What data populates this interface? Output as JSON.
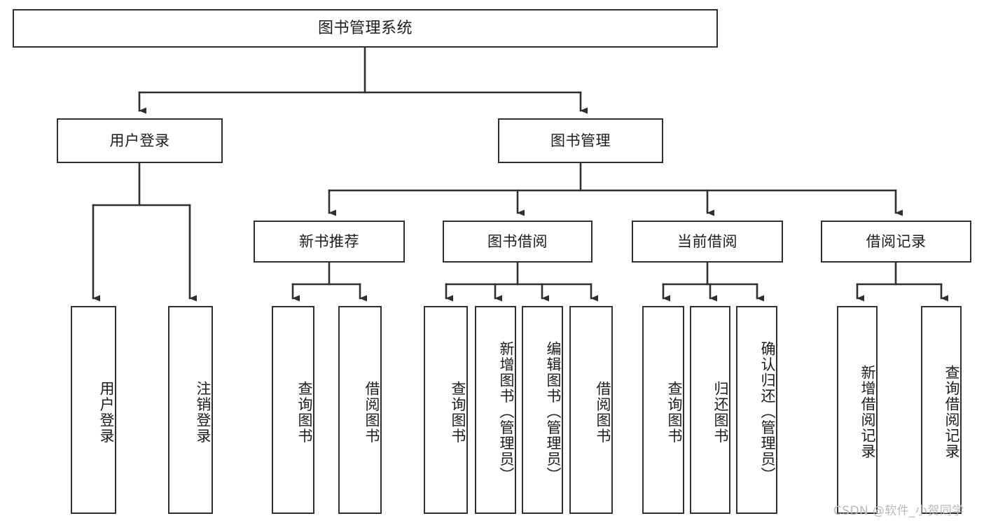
{
  "diagram": {
    "type": "tree-hierarchy",
    "title": "图书管理系统",
    "watermark": "CSDN @软件_小贺同学",
    "colors": {
      "box_border": "#2f2f2f",
      "box_fill": "#ffffff",
      "connector": "#2f2f2f",
      "text": "#1c1c1c",
      "watermark": "#b9b9b9",
      "background": "#ffffff"
    },
    "levels": {
      "root": {
        "label": "图书管理系统"
      },
      "level2": [
        {
          "id": "user-login",
          "label": "用户登录"
        },
        {
          "id": "book-management",
          "label": "图书管理"
        }
      ],
      "level3": [
        {
          "id": "new-book-recommend",
          "label": "新书推荐",
          "parent": "book-management"
        },
        {
          "id": "book-borrow",
          "label": "图书借阅",
          "parent": "book-management"
        },
        {
          "id": "current-borrow",
          "label": "当前借阅",
          "parent": "book-management"
        },
        {
          "id": "borrow-record",
          "label": "借阅记录",
          "parent": "book-management"
        }
      ],
      "leaves": [
        {
          "id": "leaf-user-login",
          "label": "用户登录",
          "parent": "user-login"
        },
        {
          "id": "leaf-logout",
          "label": "注销登录",
          "parent": "user-login"
        },
        {
          "id": "leaf-query-book-1",
          "label": "查询图书",
          "parent": "new-book-recommend"
        },
        {
          "id": "leaf-borrow-book-1",
          "label": "借阅图书",
          "parent": "new-book-recommend"
        },
        {
          "id": "leaf-query-book-2",
          "label": "查询图书",
          "parent": "book-borrow"
        },
        {
          "id": "leaf-add-book",
          "label": "新增图书（管理员）",
          "parent": "book-borrow"
        },
        {
          "id": "leaf-edit-book",
          "label": "编辑图书（管理员）",
          "parent": "book-borrow"
        },
        {
          "id": "leaf-borrow-book-2",
          "label": "借阅图书",
          "parent": "book-borrow"
        },
        {
          "id": "leaf-query-book-3",
          "label": "查询图书",
          "parent": "current-borrow"
        },
        {
          "id": "leaf-return-book",
          "label": "归还图书",
          "parent": "current-borrow"
        },
        {
          "id": "leaf-confirm-return",
          "label": "确认归还（管理员）",
          "parent": "current-borrow"
        },
        {
          "id": "leaf-add-record",
          "label": "新增借阅记录",
          "parent": "borrow-record"
        },
        {
          "id": "leaf-query-record",
          "label": "查询借阅记录",
          "parent": "borrow-record"
        }
      ]
    }
  }
}
